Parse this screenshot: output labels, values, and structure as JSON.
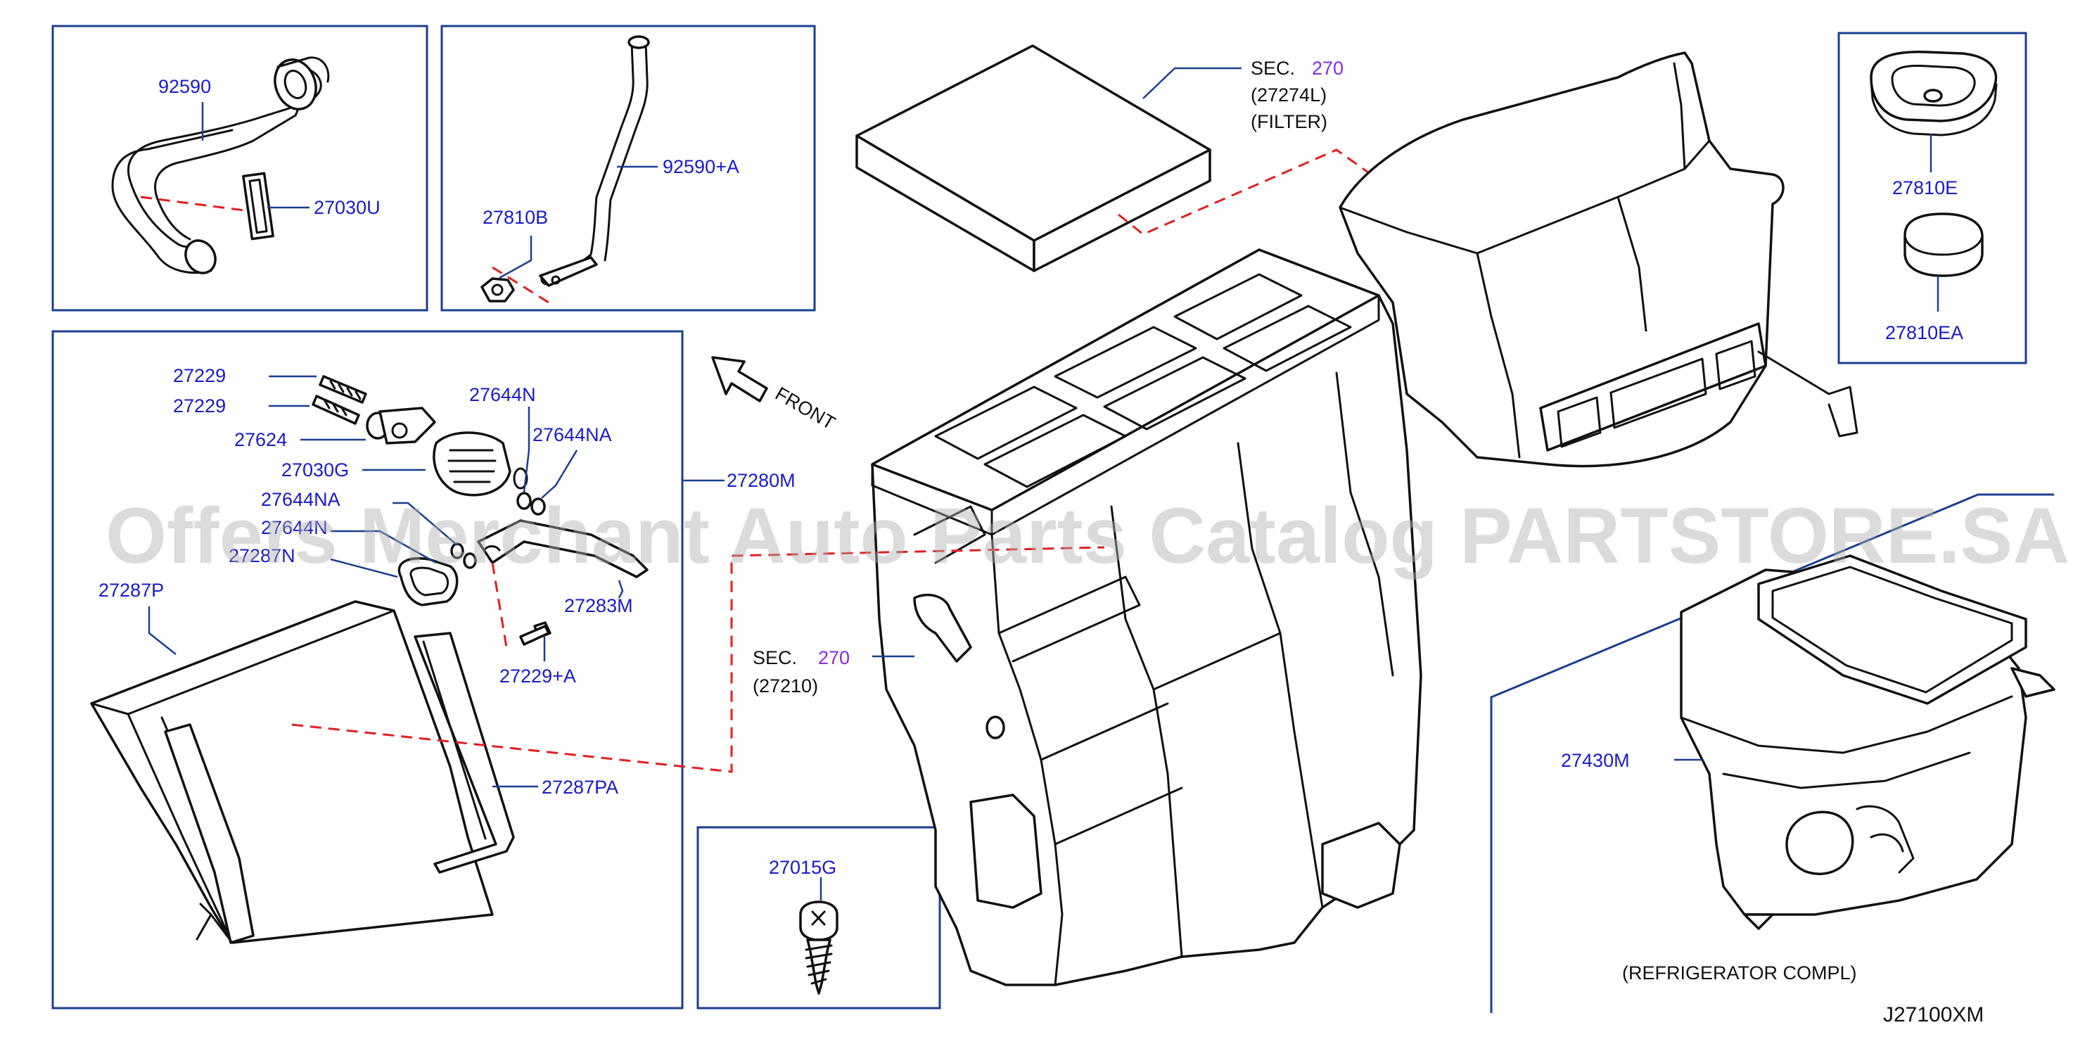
{
  "diagram": {
    "watermark": "Offers Merchant Auto Parts Catalog PARTSTORE.SA",
    "drawing_code": "J27100XM",
    "front_label": "FRONT",
    "sec_filter": {
      "prefix": "SEC.",
      "number": "270",
      "code": "(27274L)",
      "desc": "(FILTER)"
    },
    "sec_unit": {
      "prefix": "SEC.",
      "number": "270",
      "code": "(27210)"
    },
    "refrigerator_label": "(REFRIGERATOR   COMPL)",
    "parts": {
      "p92590": "92590",
      "p27030U": "27030U",
      "p92590A": "92590+A",
      "p27810B": "27810B",
      "p27810E": "27810E",
      "p27810EA": "27810EA",
      "p27229a": "27229",
      "p27229b": "27229",
      "p27624": "27624",
      "p27030G": "27030G",
      "p27644N": "27644N",
      "p27644NA_r": "27644NA",
      "p27644NA_l": "27644NA",
      "p27644N_l": "27644N",
      "p27287N": "27287N",
      "p27283M": "27283M",
      "p27229A": "27229+A",
      "p27287P": "27287P",
      "p27287PA": "27287PA",
      "p27280M": "27280M",
      "p27015G": "27015G",
      "p27430M": "27430M"
    }
  }
}
